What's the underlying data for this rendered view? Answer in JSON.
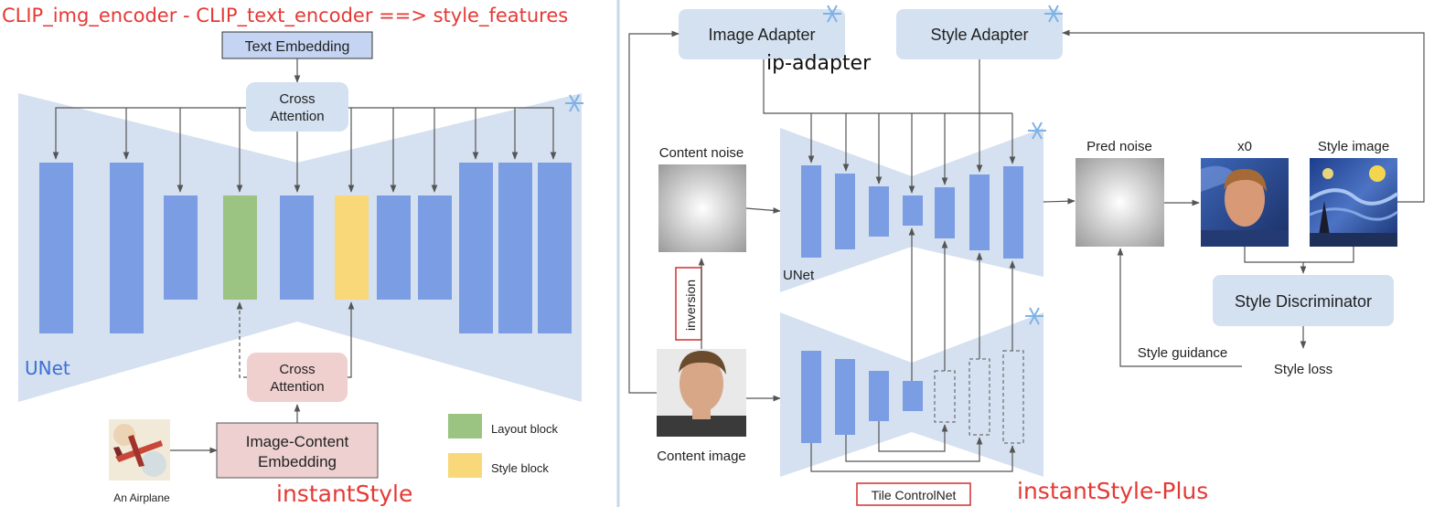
{
  "left": {
    "header": "CLIP_img_encoder - CLIP_text_encoder ==> style_features",
    "text_embedding": "Text Embedding",
    "cross_attention_top": [
      "Cross",
      "Attention"
    ],
    "cross_attention_bottom": [
      "Cross",
      "Attention"
    ],
    "unet": "UNet",
    "image_content_embedding": [
      "Image-Content",
      "Embedding"
    ],
    "airplane_caption": "An Airplane",
    "legend_layout": "Layout block",
    "legend_style": "Style block",
    "title": "instantStyle",
    "colors": {
      "layout": "#9bc482",
      "style": "#f8d878",
      "block": "#7b9de4",
      "unet_bg": "#d5e1f0"
    }
  },
  "right": {
    "image_adapter": "Image Adapter",
    "ip_adapter": "ip-adapter",
    "style_adapter": "Style Adapter",
    "content_noise": "Content noise",
    "inversion": "inversion",
    "content_image": "Content image",
    "unet": "UNet",
    "pred_noise": "Pred noise",
    "x0": "x0",
    "style_image": "Style image",
    "style_discriminator": "Style Discriminator",
    "style_guidance": "Style guidance",
    "style_loss": "Style loss",
    "tile_controlnet": "Tile ControlNet",
    "title": "instantStyle-Plus"
  }
}
